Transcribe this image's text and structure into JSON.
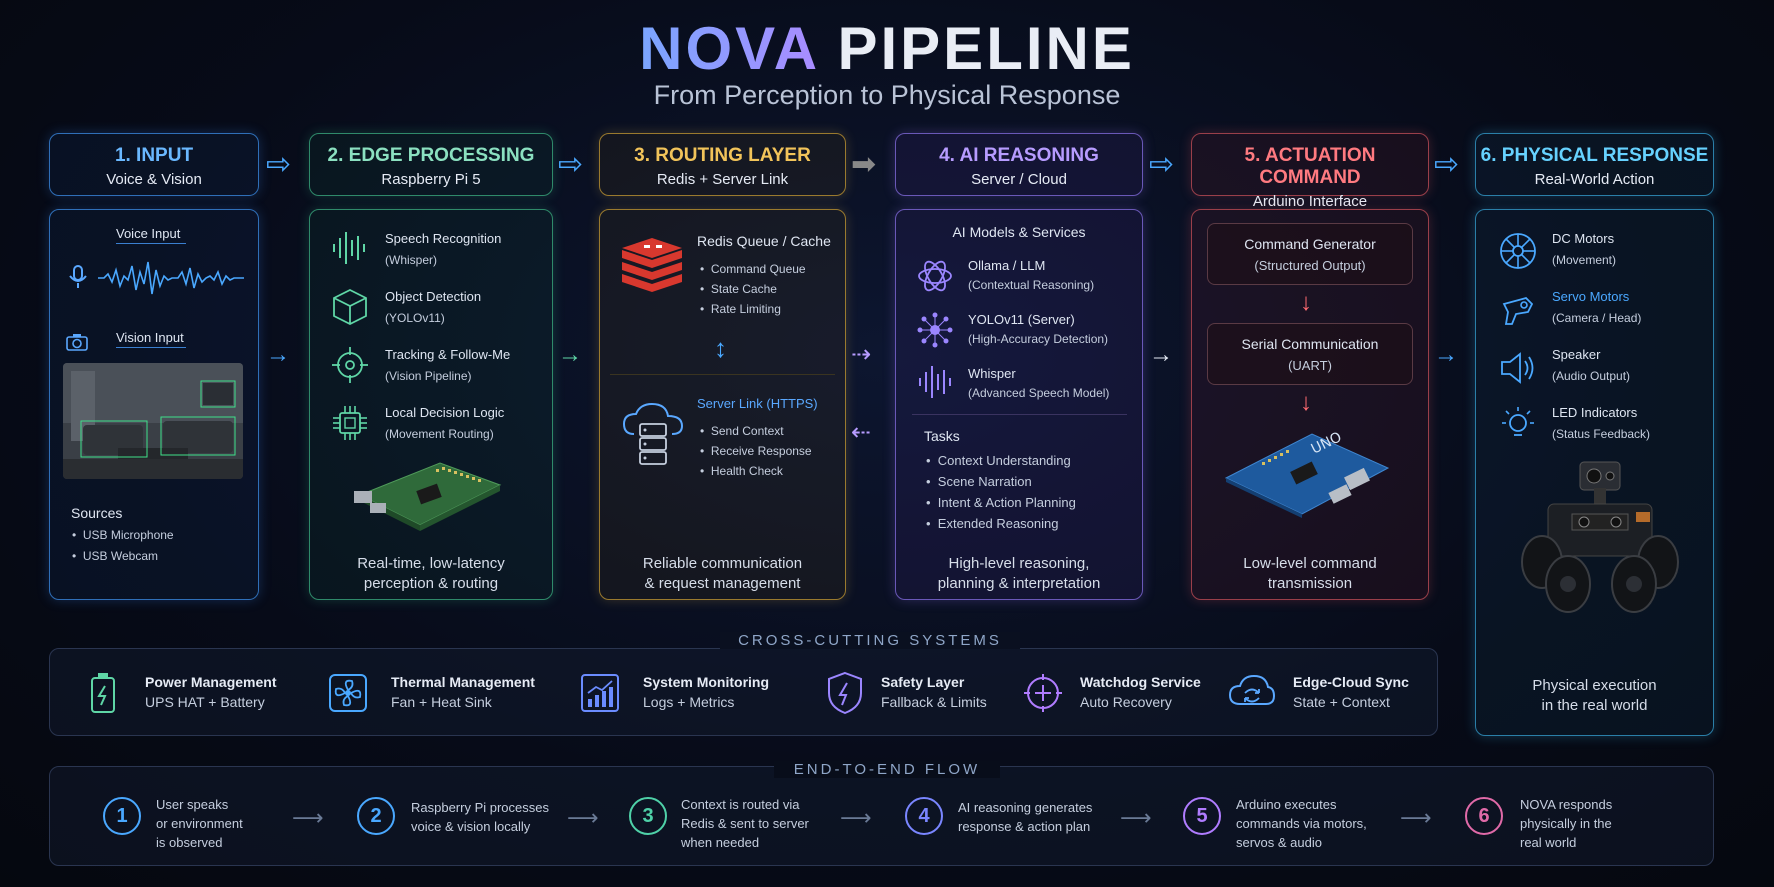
{
  "header": {
    "title_a": "NOVA",
    "title_b": "PIPELINE",
    "subtitle": "From Perception to Physical Response"
  },
  "stages": [
    {
      "title": "1. INPUT",
      "sub": "Voice & Vision",
      "color": "#6ab8ff"
    },
    {
      "title": "2. EDGE PROCESSING",
      "sub": "Raspberry Pi 5",
      "color": "#8be0c0"
    },
    {
      "title": "3. ROUTING LAYER",
      "sub": "Redis + Server Link",
      "color": "#f2c45a"
    },
    {
      "title": "4. AI REASONING",
      "sub": "Server / Cloud",
      "color": "#b79cff"
    },
    {
      "title": "5. ACTUATION COMMAND",
      "sub": "Arduino Interface",
      "color": "#ff7a80"
    },
    {
      "title": "6. PHYSICAL RESPONSE",
      "sub": "Real-World Action",
      "color": "#66d2ff"
    }
  ],
  "input": {
    "voice_label": "Voice Input",
    "vision_label": "Vision Input",
    "sources_title": "Sources",
    "sources": [
      "USB Microphone",
      "USB Webcam"
    ]
  },
  "edge": {
    "items": [
      {
        "name": "Speech Recognition",
        "detail": "(Whisper)",
        "icon": "waveform-icon"
      },
      {
        "name": "Object Detection",
        "detail": "(YOLOv11)",
        "icon": "cube-icon"
      },
      {
        "name": "Tracking & Follow-Me",
        "detail": "(Vision Pipeline)",
        "icon": "crosshair-icon"
      },
      {
        "name": "Local Decision Logic",
        "detail": "(Movement Routing)",
        "icon": "chip-icon"
      }
    ],
    "footer_1": "Real-time, low-latency",
    "footer_2": "perception & routing"
  },
  "routing": {
    "redis_title": "Redis Queue / Cache",
    "redis_items": [
      "Command Queue",
      "State Cache",
      "Rate Limiting"
    ],
    "server_title": "Server Link (HTTPS)",
    "server_items": [
      "Send Context",
      "Receive Response",
      "Health Check"
    ],
    "footer_1": "Reliable communication",
    "footer_2": "& request management"
  },
  "ai": {
    "section_title": "AI Models & Services",
    "models": [
      {
        "name": "Ollama / LLM",
        "detail": "(Contextual Reasoning)",
        "icon": "openai-knot-icon"
      },
      {
        "name": "YOLOv11 (Server)",
        "detail": "(High-Accuracy Detection)",
        "icon": "network-icon"
      },
      {
        "name": "Whisper",
        "detail": "(Advanced Speech Model)",
        "icon": "waveform-icon"
      }
    ],
    "tasks_title": "Tasks",
    "tasks": [
      "Context Understanding",
      "Scene Narration",
      "Intent & Action Planning",
      "Extended Reasoning"
    ],
    "footer_1": "High-level reasoning,",
    "footer_2": "planning & interpretation"
  },
  "actuation": {
    "box1_title": "Command Generator",
    "box1_sub": "(Structured Output)",
    "box2_title": "Serial Communication",
    "box2_sub": "(UART)",
    "footer_1": "Low-level command",
    "footer_2": "transmission"
  },
  "physical": {
    "items": [
      {
        "name": "DC Motors",
        "detail": "(Movement)",
        "icon": "wheel-icon"
      },
      {
        "name": "Servo Motors",
        "detail": "(Camera / Head)",
        "icon": "servo-icon"
      },
      {
        "name": "Speaker",
        "detail": "(Audio Output)",
        "icon": "speaker-icon"
      },
      {
        "name": "LED Indicators",
        "detail": "(Status Feedback)",
        "icon": "bulb-icon"
      }
    ],
    "footer_1": "Physical execution",
    "footer_2": "in the real world"
  },
  "cross_cutting": {
    "title": "CROSS-CUTTING SYSTEMS",
    "items": [
      {
        "name": "Power Management",
        "sub": "UPS HAT + Battery",
        "icon": "battery-icon",
        "color": "#5fd6a6"
      },
      {
        "name": "Thermal Management",
        "sub": "Fan + Heat Sink",
        "icon": "fan-icon",
        "color": "#4aa8ff"
      },
      {
        "name": "System Monitoring",
        "sub": "Logs + Metrics",
        "icon": "chart-icon",
        "color": "#6b8cff"
      },
      {
        "name": "Safety Layer",
        "sub": "Fallback & Limits",
        "icon": "shield-icon",
        "color": "#9b86ff"
      },
      {
        "name": "Watchdog Service",
        "sub": "Auto Recovery",
        "icon": "watchdog-icon",
        "color": "#b07cff"
      },
      {
        "name": "Edge-Cloud Sync",
        "sub": "State + Context",
        "icon": "cloud-sync-icon",
        "color": "#5aa8ff"
      }
    ]
  },
  "flow": {
    "title": "END-TO-END FLOW",
    "steps": [
      {
        "num": "1",
        "lines": [
          "User speaks",
          "or environment",
          "is observed"
        ],
        "color": "#4aa8ff"
      },
      {
        "num": "2",
        "lines": [
          "Raspberry Pi processes",
          "voice & vision locally"
        ],
        "color": "#4aa8ff"
      },
      {
        "num": "3",
        "lines": [
          "Context is routed via",
          "Redis & sent to server",
          "when needed"
        ],
        "color": "#4fd1a8"
      },
      {
        "num": "4",
        "lines": [
          "AI reasoning generates",
          "response & action plan"
        ],
        "color": "#7a86ff"
      },
      {
        "num": "5",
        "lines": [
          "Arduino executes",
          "commands via motors,",
          "servos & audio"
        ],
        "color": "#b07cff"
      },
      {
        "num": "6",
        "lines": [
          "NOVA responds",
          "physically in the",
          "real world"
        ],
        "color": "#e06aa8"
      }
    ]
  }
}
